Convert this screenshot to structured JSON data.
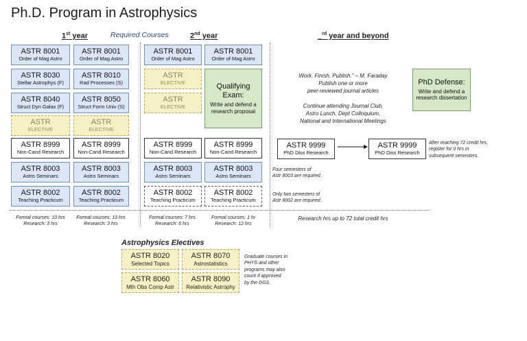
{
  "title": "Ph.D. Program in Astrophysics",
  "headers": {
    "year1": {
      "num": "1",
      "sup": "st",
      "rest": " year"
    },
    "required": "Required Courses",
    "year2": {
      "num": "2",
      "sup": "nd",
      "rest": " year"
    },
    "year3": {
      "num": "_",
      "sup": "rd",
      "rest": " year and beyond"
    }
  },
  "year1_col1": [
    {
      "code": "ASTR 8001",
      "name": "Order of Mag Astro"
    },
    {
      "code": "ASTR 8030",
      "name": "Stellar Astrophys (F)"
    },
    {
      "code": "ASTR 8040",
      "name": "Struct Dyn Galax (F)"
    },
    {
      "code": "ASTR",
      "name": "ELECTIVE"
    },
    {
      "code": "ASTR 8999",
      "name": "Non-Cand Research"
    },
    {
      "code": "ASTR 8003",
      "name": "Astro Seminars"
    },
    {
      "code": "ASTR 8002",
      "name": "Teaching Practicum"
    }
  ],
  "year1_col2": [
    {
      "code": "ASTR 8001",
      "name": "Order of Mag Astro"
    },
    {
      "code": "ASTR 8010",
      "name": "Rad Processes (S)"
    },
    {
      "code": "ASTR 8050",
      "name": "Struct Form Univ (S)"
    },
    {
      "code": "ASTR",
      "name": "ELECTIVE"
    },
    {
      "code": "ASTR 8999",
      "name": "Non-Cand Research"
    },
    {
      "code": "ASTR 8003",
      "name": "Astro Seminars"
    },
    {
      "code": "ASTR 8002",
      "name": "Teaching Practicum"
    }
  ],
  "year2_col1": [
    {
      "code": "ASTR 8001",
      "name": "Order of Mag Astro"
    },
    {
      "code": "ASTR",
      "name": "ELECTIVE"
    },
    {
      "code": "ASTR",
      "name": "ELECTIVE"
    },
    {
      "code": "ASTR 8999",
      "name": "Non-Cand Research"
    },
    {
      "code": "ASTR 8003",
      "name": "Astro Seminars"
    },
    {
      "code": "ASTR 8002",
      "name": "Teaching Practicum"
    }
  ],
  "year2_col2": [
    {
      "code": "ASTR 8001",
      "name": "Order of Mag Astro"
    },
    {
      "code": "ASTR 8999",
      "name": "Non-Cand Research"
    },
    {
      "code": "ASTR 8003",
      "name": "Astro Seminars"
    },
    {
      "code": "ASTR 8002",
      "name": "Teaching Practicum"
    }
  ],
  "qualifying": {
    "title_line1": "Qualifying",
    "title_line2": "Exam:",
    "desc": "Write and defend a research proposal"
  },
  "phd_defense": {
    "title": "PhD Defense:",
    "desc": "Write and defend a research dissertation"
  },
  "quote": {
    "line1": "Work.  Finish. Publish.” – M. Faraday",
    "line2": "Publish one or more",
    "line3": "peer-reviewed journal articles",
    "line4": "Continue attending Journal Club,",
    "line5": "Astro Lunch, Dept Colloquium,",
    "line6": "National and International Meetings"
  },
  "diss_research_1": {
    "code": "ASTR 9999",
    "name": "PhD Diss Research"
  },
  "diss_research_2": {
    "code": "ASTR 9999",
    "name": "PhD Diss Research"
  },
  "notes": {
    "after72_l1": "After reaching 72 credit hrs,",
    "after72_l2": "register for 0 hrs in",
    "after72_l3": "subsequent semesters.",
    "four_sem_l1": "Four semesters of",
    "four_sem_l2": "Astr 8003 are required.",
    "two_sem_l1": "Only two semesters of",
    "two_sem_l2": "Astr 8002 are required."
  },
  "summaries": {
    "y1c1_l1": "Formal courses: 10 hrs",
    "y1c1_l2": "Research: 3 hrs",
    "y1c2_l1": "Formal courses: 10 hrs",
    "y1c2_l2": "Research: 3 hrs",
    "y2c1_l1": "Formal courses: 7 hrs",
    "y2c1_l2": "Research: 6 hrs",
    "y2c2_l1": "Formal courses: 1 hr",
    "y2c2_l2": "Research: 12 hrs",
    "y3": "Research hrs up to 72 total credit hrs"
  },
  "electives_title": "Astrophysics Electives",
  "electives": [
    {
      "code": "ASTR 8020",
      "name": "Selected Topics"
    },
    {
      "code": "ASTR 8070",
      "name": "Astrostatistics"
    },
    {
      "code": "ASTR 8060",
      "name": "Mth Obs Comp Astr"
    },
    {
      "code": "ASTR 8090",
      "name": "Relativistic Astrophy"
    }
  ],
  "electives_note": {
    "l1": "Graduate courses in",
    "l2": "PHYS and other",
    "l3": "programs may also",
    "l4": "count if approved",
    "l5": "by the DGS."
  },
  "colors": {
    "required": "#dbe7f6",
    "elective": "#f7f0c4",
    "milestone": "#d5e8c8"
  }
}
